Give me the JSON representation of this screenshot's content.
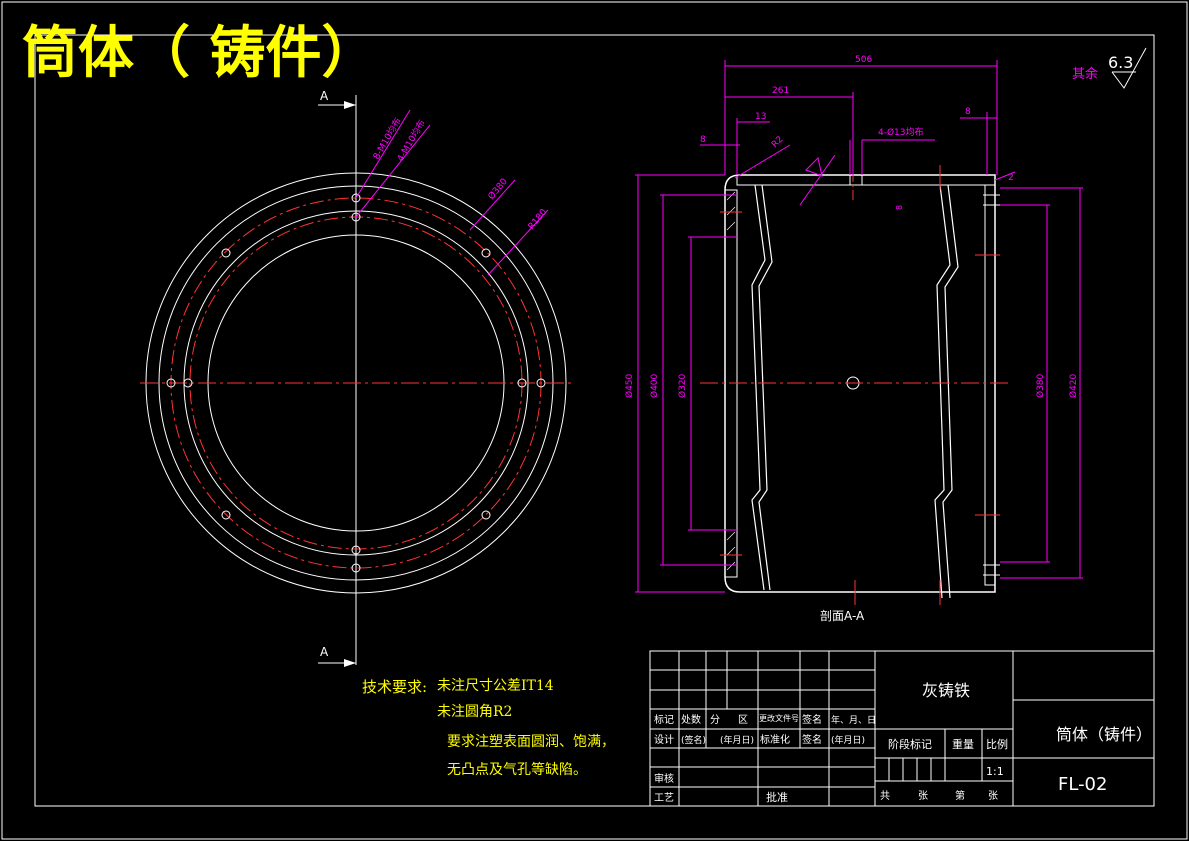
{
  "title": "筒体（  铸件）",
  "surface": {
    "rest": "其余",
    "roughness": "6.3"
  },
  "section_marks": {
    "top": "A",
    "bottom": "A"
  },
  "left_view": {
    "callouts": [
      "8-M10均布",
      "4-M10均布",
      "Ø380",
      "R180"
    ]
  },
  "right_view": {
    "dim_total": "506",
    "dim_261": "261",
    "dim_13": "13",
    "dim_8_left": "8",
    "dim_8_right": "8",
    "dim_r2": "R2",
    "dim_holes": "4-Ø13均布",
    "dim_8_mid": "8",
    "dim_2": "2",
    "dia_left": [
      "Ø450",
      "Ø400",
      "Ø320"
    ],
    "dia_right": [
      "Ø380",
      "Ø420"
    ],
    "section_label": "剖面A-A"
  },
  "tech": {
    "heading": "技术要求:",
    "lines": [
      "未注尺寸公差IT14",
      "未注圆角R2",
      "要求注塑表面圆润、饱满，",
      "无凸点及气孔等缺陷。"
    ]
  },
  "title_block": {
    "material": "灰铸铁",
    "part_name": "筒体（铸件）",
    "drawing_no": "FL-02",
    "row_labels": [
      "标记",
      "处数",
      "分",
      "区",
      "更改文件号",
      "签名",
      "年、月、日"
    ],
    "row_design": [
      "设计",
      "(签名)",
      "(年月日)",
      "标准化",
      "签名",
      "(年月日)"
    ],
    "stage": "阶段标记",
    "weight": "重量",
    "scale_label": "比例",
    "scale": "1:1",
    "review": "审核",
    "process": "工艺",
    "approve": "批准",
    "sheets": [
      "共",
      "张",
      "第",
      "张"
    ]
  }
}
